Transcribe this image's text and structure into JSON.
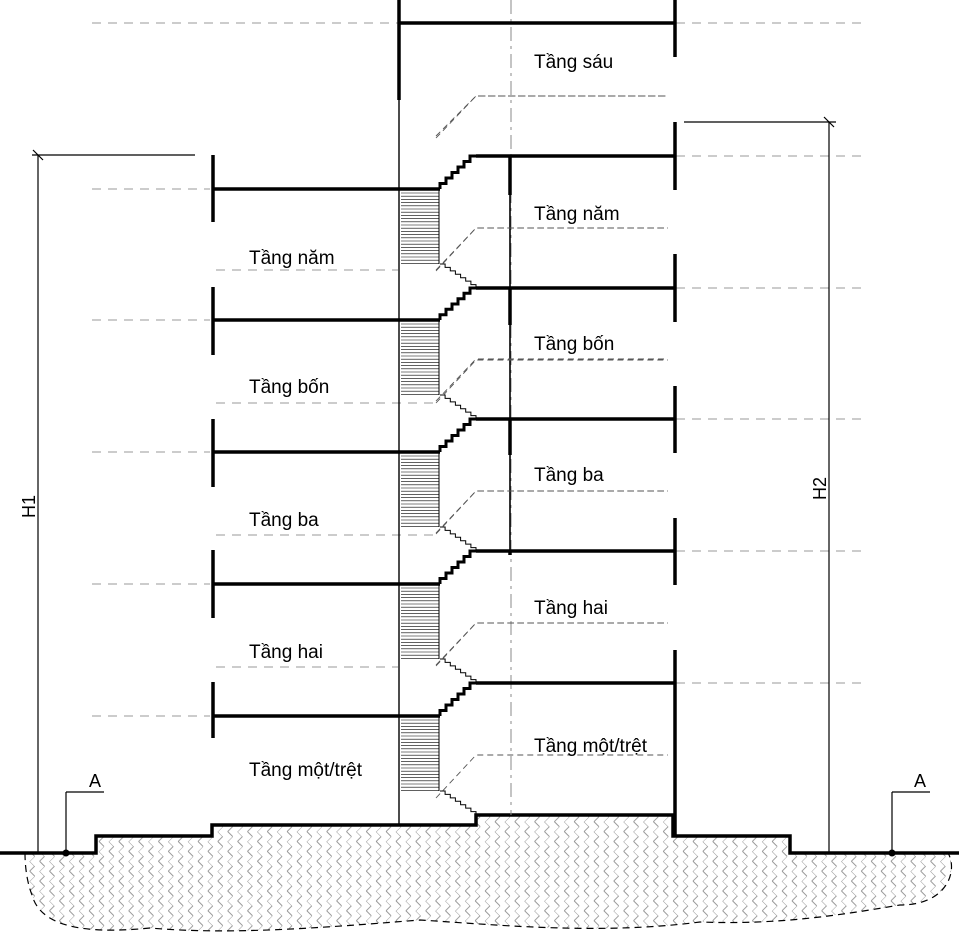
{
  "floors_left": [
    {
      "label": "Tầng năm"
    },
    {
      "label": "Tầng bốn"
    },
    {
      "label": "Tầng ba"
    },
    {
      "label": "Tầng hai"
    },
    {
      "label": "Tầng một/trệt"
    }
  ],
  "floors_right": [
    {
      "label": "Tầng sáu"
    },
    {
      "label": "Tầng năm"
    },
    {
      "label": "Tầng bốn"
    },
    {
      "label": "Tầng ba"
    },
    {
      "label": "Tầng hai"
    },
    {
      "label": "Tầng một/trệt"
    }
  ],
  "dimensions": {
    "h1": "H1",
    "h2": "H2"
  },
  "markers": {
    "left": "A",
    "right": "A"
  }
}
